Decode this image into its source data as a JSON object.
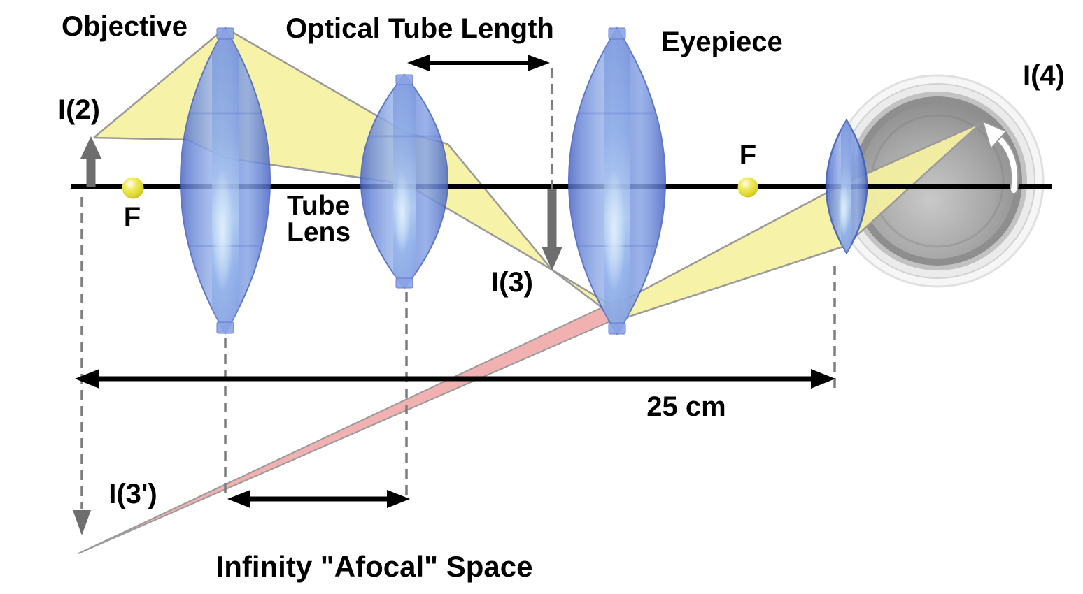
{
  "labels": {
    "objective": "Objective",
    "optical_tube_length": "Optical Tube Length",
    "eyepiece": "Eyepiece",
    "tube_lens": "Tube Lens",
    "i2": "I(2)",
    "i3": "I(3)",
    "i3_prime": "I(3')",
    "i4": "I(4)",
    "focal_point_left": "F",
    "focal_point_right": "F",
    "distance_25cm": "25 cm",
    "afocal_space": "Infinity \"Afocal\" Space"
  },
  "colors": {
    "beam_yellow": "#f5f1a0",
    "beam_pink": "#efa9a9",
    "beam_edge_gray": "#9a9a9a",
    "lens_blue_mid": "#7b97de",
    "lens_blue_dark": "#4b66c4",
    "lens_highlight": "#e4f1fc",
    "focal_dot_yellow": "#e9e441",
    "axis_black": "#000000",
    "image_arrow_gray": "#6e6e6e",
    "dashed_line_gray": "#7d7d7d",
    "eye_gray": "#9e9e9e",
    "retina_arrow_white": "#ffffff"
  }
}
